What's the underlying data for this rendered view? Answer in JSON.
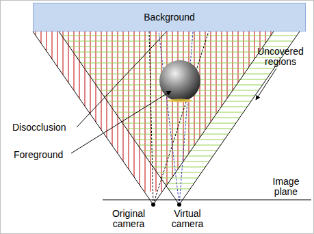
{
  "diagram": {
    "nodes": [
      {
        "text": [
          "Background"
        ]
      }
    ],
    "edges": [],
    "labels": [
      "Disocclusion",
      "Uncovered regions",
      "Foreground",
      "Image plane",
      "Original camera",
      "Virtual camera"
    ]
  }
}
